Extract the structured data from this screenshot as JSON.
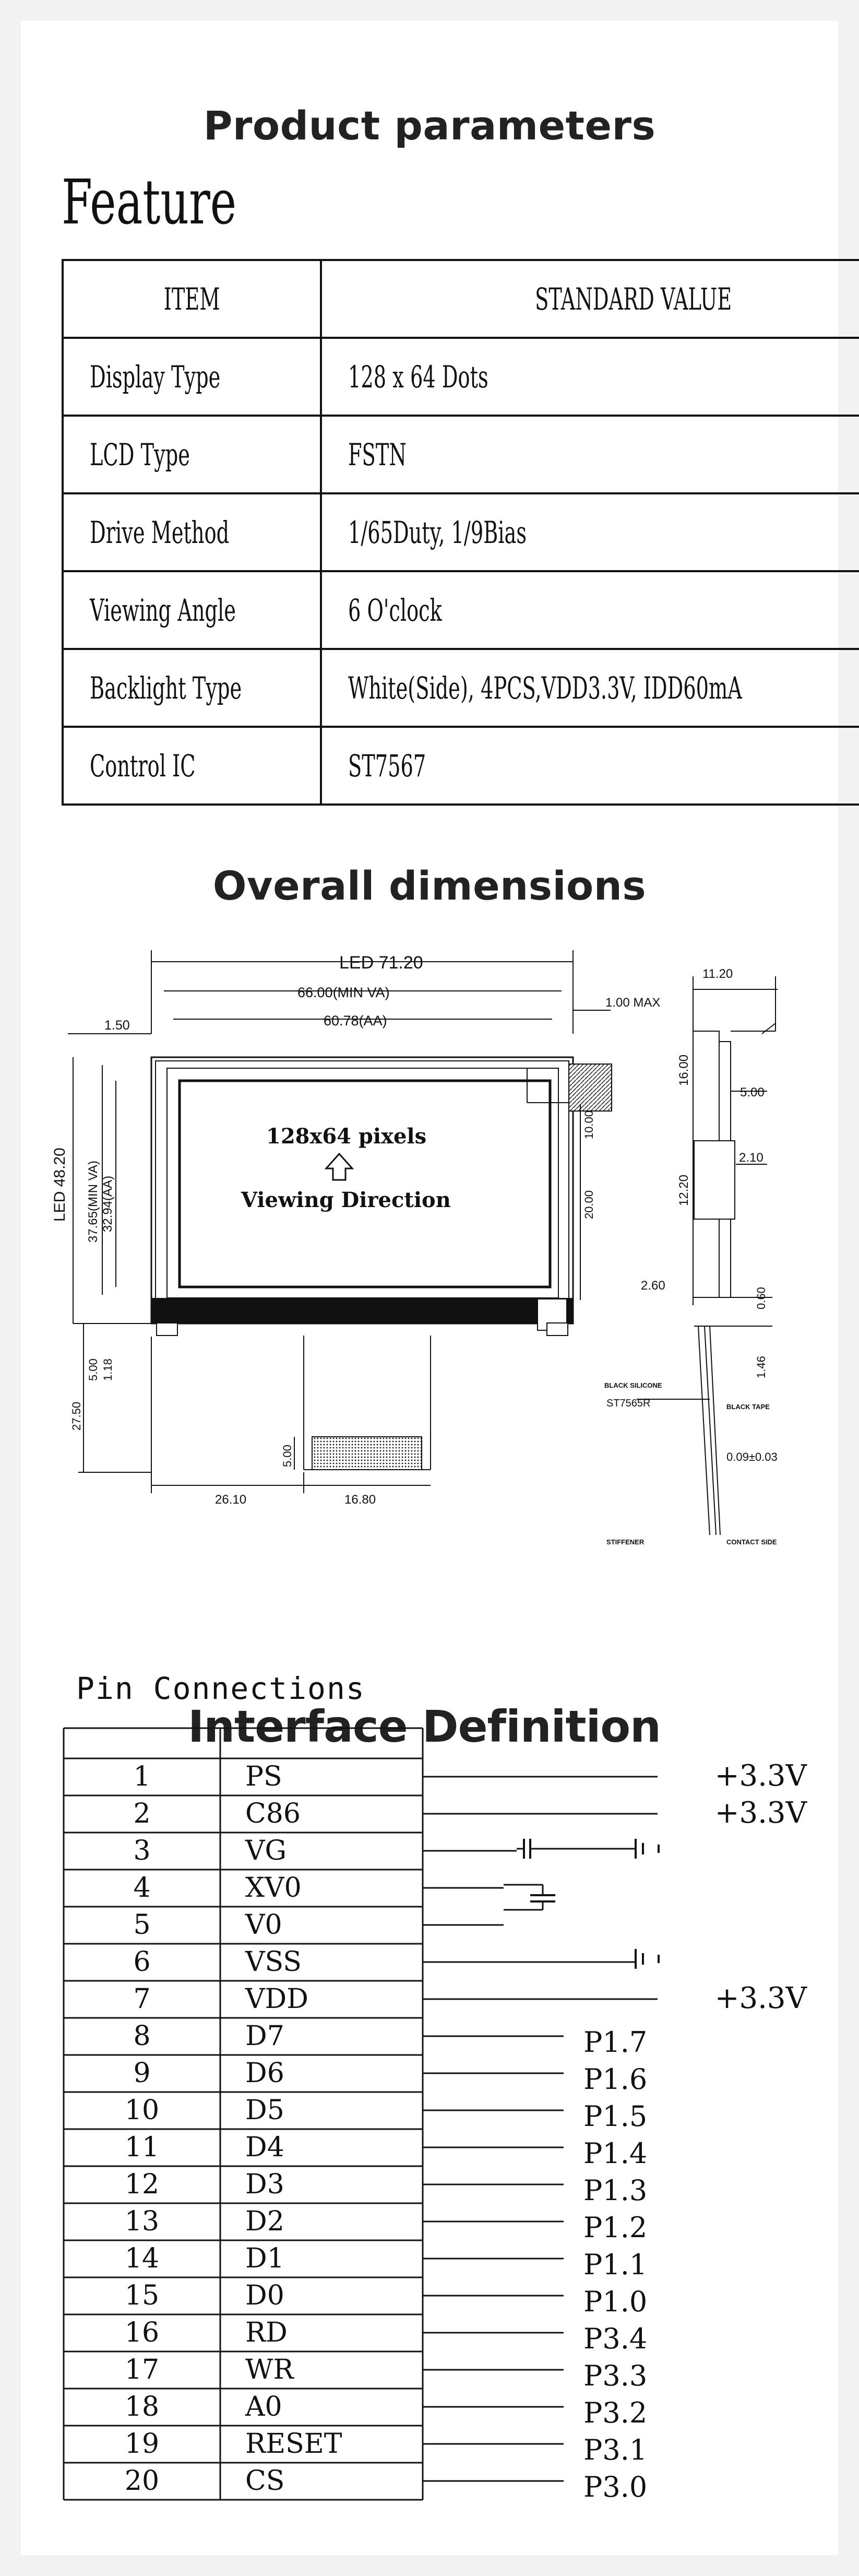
{
  "headings": {
    "product_parameters": "Product parameters",
    "feature": "Feature",
    "overall_dimensions": "Overall dimensions",
    "pin_connections": "Pin Connections",
    "interface_definition": "Interface Definition"
  },
  "spec_table": {
    "header": {
      "item": "ITEM",
      "value": "STANDARD VALUE"
    },
    "rows": [
      {
        "item": "Display Type",
        "value": "128 x 64 Dots"
      },
      {
        "item": "LCD Type",
        "value": "FSTN"
      },
      {
        "item": "Drive Method",
        "value": "1/65Duty, 1/9Bias"
      },
      {
        "item": "Viewing Angle",
        "value": "6 O'clock"
      },
      {
        "item": "Backlight Type",
        "value": "White(Side), 4PCS,VDD3.3V, IDD60mA"
      },
      {
        "item": "Control IC",
        "value": "ST7567"
      }
    ]
  },
  "drawing": {
    "led_width": "LED 71.20",
    "min_va": "66.00(MIN VA)",
    "aa_width": "60.78(AA)",
    "left_margin": "1.50",
    "max_thickness": "1.00 MAX",
    "side_width": "11.20",
    "screen_label": "128x64 pixels",
    "viewing_direction": "Viewing Direction",
    "led_height": "LED 48.20",
    "min_va_height": "37.65(MIN VA)",
    "aa_height": "32.94(AA)",
    "dim_1000": "10.00",
    "dim_2000": "20.00",
    "dim_500": "5.00",
    "dim_118": "1.18",
    "dim_2750": "27.50",
    "dim_500b": "5.00",
    "dim_2610": "26.10",
    "dim_1680": "16.80",
    "side_1600": "16.00",
    "side_500": "5.00",
    "side_1220": "12.20",
    "side_210": "2.10",
    "side_260": "2.60",
    "side_060": "0.60",
    "side_146": "1.46",
    "side_009": "0.09±0.03",
    "black_silicone": "BLACK SILICONE",
    "ic": "ST7565R",
    "black_tape": "BLACK TAPE",
    "stiffener": "STIFFENER",
    "contact_side": "CONTACT SIDE"
  },
  "pins": [
    {
      "no": "1",
      "name": "PS",
      "conn": "+3.3V"
    },
    {
      "no": "2",
      "name": "C86",
      "conn": "+3.3V"
    },
    {
      "no": "3",
      "name": "VG",
      "conn": ""
    },
    {
      "no": "4",
      "name": "XV0",
      "conn": ""
    },
    {
      "no": "5",
      "name": "V0",
      "conn": ""
    },
    {
      "no": "6",
      "name": "VSS",
      "conn": ""
    },
    {
      "no": "7",
      "name": "VDD",
      "conn": "+3.3V"
    },
    {
      "no": "8",
      "name": "D7",
      "conn": "P1.7"
    },
    {
      "no": "9",
      "name": "D6",
      "conn": "P1.6"
    },
    {
      "no": "10",
      "name": "D5",
      "conn": "P1.5"
    },
    {
      "no": "11",
      "name": "D4",
      "conn": "P1.4"
    },
    {
      "no": "12",
      "name": "D3",
      "conn": "P1.3"
    },
    {
      "no": "13",
      "name": "D2",
      "conn": "P1.2"
    },
    {
      "no": "14",
      "name": "D1",
      "conn": "P1.1"
    },
    {
      "no": "15",
      "name": "D0",
      "conn": "P1.0"
    },
    {
      "no": "16",
      "name": "RD",
      "conn": "P3.4"
    },
    {
      "no": "17",
      "name": "WR",
      "conn": "P3.3"
    },
    {
      "no": "18",
      "name": "A0",
      "conn": "P3.2"
    },
    {
      "no": "19",
      "name": "RESET",
      "conn": "P3.1"
    },
    {
      "no": "20",
      "name": "CS",
      "conn": "P3.0"
    }
  ]
}
